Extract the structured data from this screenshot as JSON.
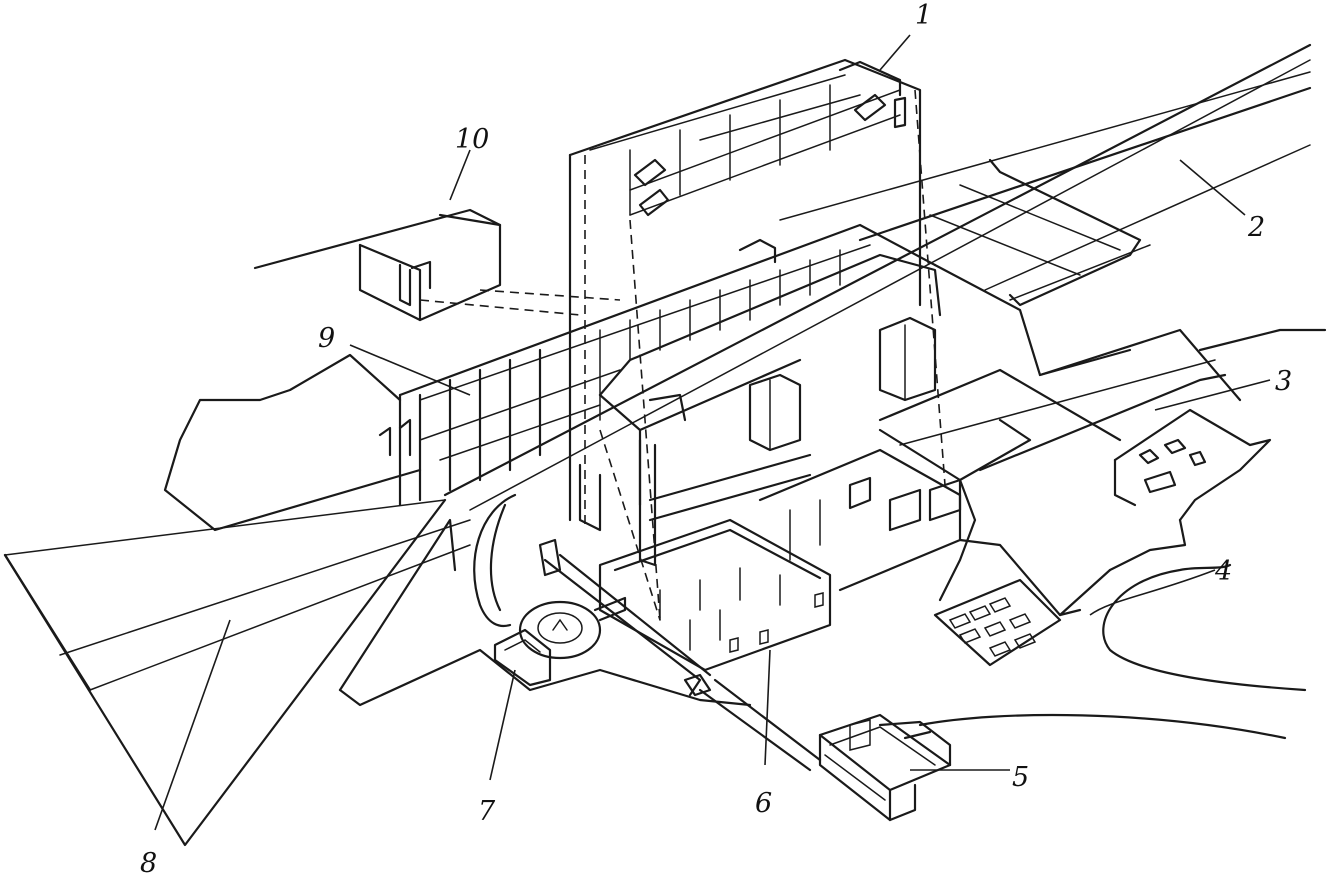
{
  "diagram": {
    "callouts": [
      {
        "id": "1",
        "text": "1"
      },
      {
        "id": "2",
        "text": "2"
      },
      {
        "id": "3",
        "text": "3"
      },
      {
        "id": "4",
        "text": "4"
      },
      {
        "id": "5",
        "text": "5"
      },
      {
        "id": "6",
        "text": "6"
      },
      {
        "id": "7",
        "text": "7"
      },
      {
        "id": "8",
        "text": "8"
      },
      {
        "id": "9",
        "text": "9"
      },
      {
        "id": "10",
        "text": "10"
      }
    ],
    "colors": {
      "ink": "#1a1a1a",
      "paper": "#ffffff"
    }
  }
}
